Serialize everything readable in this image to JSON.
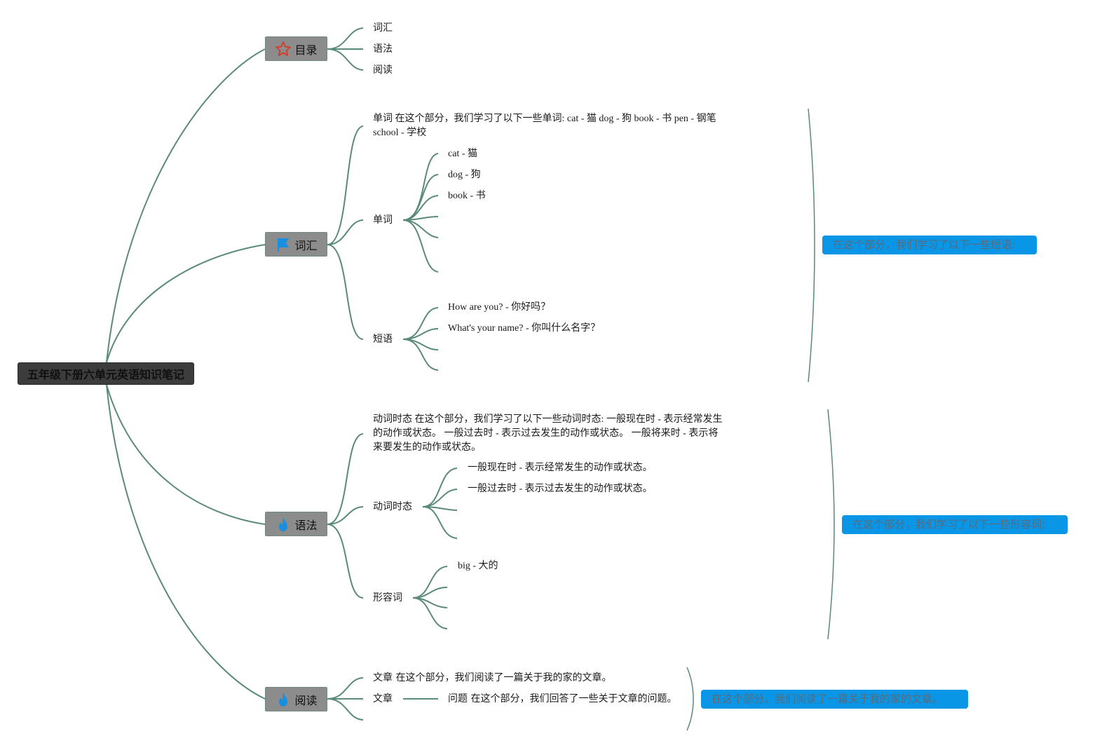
{
  "root": {
    "title": "五年级下册六单元英语知识笔记"
  },
  "topics": [
    {
      "label": "目录",
      "icon": "star-icon"
    },
    {
      "label": "词汇",
      "icon": "flag-icon"
    },
    {
      "label": "语法",
      "icon": "fire-icon"
    },
    {
      "label": "阅读",
      "icon": "fire-icon"
    }
  ],
  "contents": [
    "词汇",
    "语法",
    "阅读"
  ],
  "vocab": {
    "note": "单词 在这个部分，我们学习了以下一些单词: cat - 猫 dog - 狗 book - 书 pen - 钢笔 school - 学校",
    "words_label": "单词",
    "words": [
      "cat - 猫",
      "dog - 狗",
      "book - 书"
    ],
    "phrases_label": "短语",
    "phrases": [
      "How are you? - 你好吗？",
      "What's your name? - 你叫什么名字？"
    ],
    "summary": "在这个部分，我们学习了以下一些短语:"
  },
  "grammar": {
    "note": "动词时态 在这个部分，我们学习了以下一些动词时态: 一般现在时 - 表示经常发生的动作或状态。 一般过去时 - 表示过去发生的动作或状态。 一般将来时 - 表示将来要发生的动作或状态。",
    "tense_label": "动词时态",
    "tenses": [
      "一般现在时 - 表示经常发生的动作或状态。",
      "一般过去时 - 表示过去发生的动作或状态。"
    ],
    "adj_label": "形容词",
    "adjectives": [
      "big - 大的"
    ],
    "summary": "在这个部分，我们学习了以下一些形容词:"
  },
  "reading": {
    "note": "文章 在这个部分，我们阅读了一篇关于我的家的文章。",
    "article_label": "文章",
    "question": "问题 在这个部分，我们回答了一些关于文章的问题。",
    "summary": "在这个部分，我们阅读了一篇关于我的家的文章。"
  },
  "colors": {
    "link": "#5a8a7a",
    "root_bg": "#3c3c3c",
    "topic_bg": "#8c8c8c",
    "summary_bg": "#0a96e6",
    "star": "#d83a2a",
    "flag": "#1a8fe0",
    "fire": "#1a8fe0"
  }
}
